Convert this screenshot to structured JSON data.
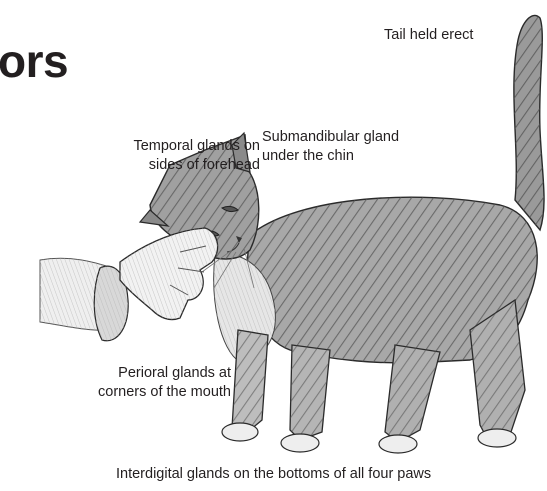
{
  "heading": {
    "text": "ors"
  },
  "labels": {
    "tail": "Tail held erect",
    "temporal_line1": "Temporal glands on",
    "temporal_line2": "sides of forehead",
    "submandibular_line1": "Submandibular gland",
    "submandibular_line2": "under the chin",
    "perioral_line1": "Perioral glands at",
    "perioral_line2": "corners of the mouth",
    "interdigital": "Interdigital glands on the bottoms of all four paws"
  },
  "illustration": {
    "subject": "cat being stroked under the chin by a hand",
    "style": "pencil sketch",
    "colors": {
      "ink": "#231f20",
      "shade": "#7a7a7a",
      "paper": "#ffffff"
    }
  }
}
